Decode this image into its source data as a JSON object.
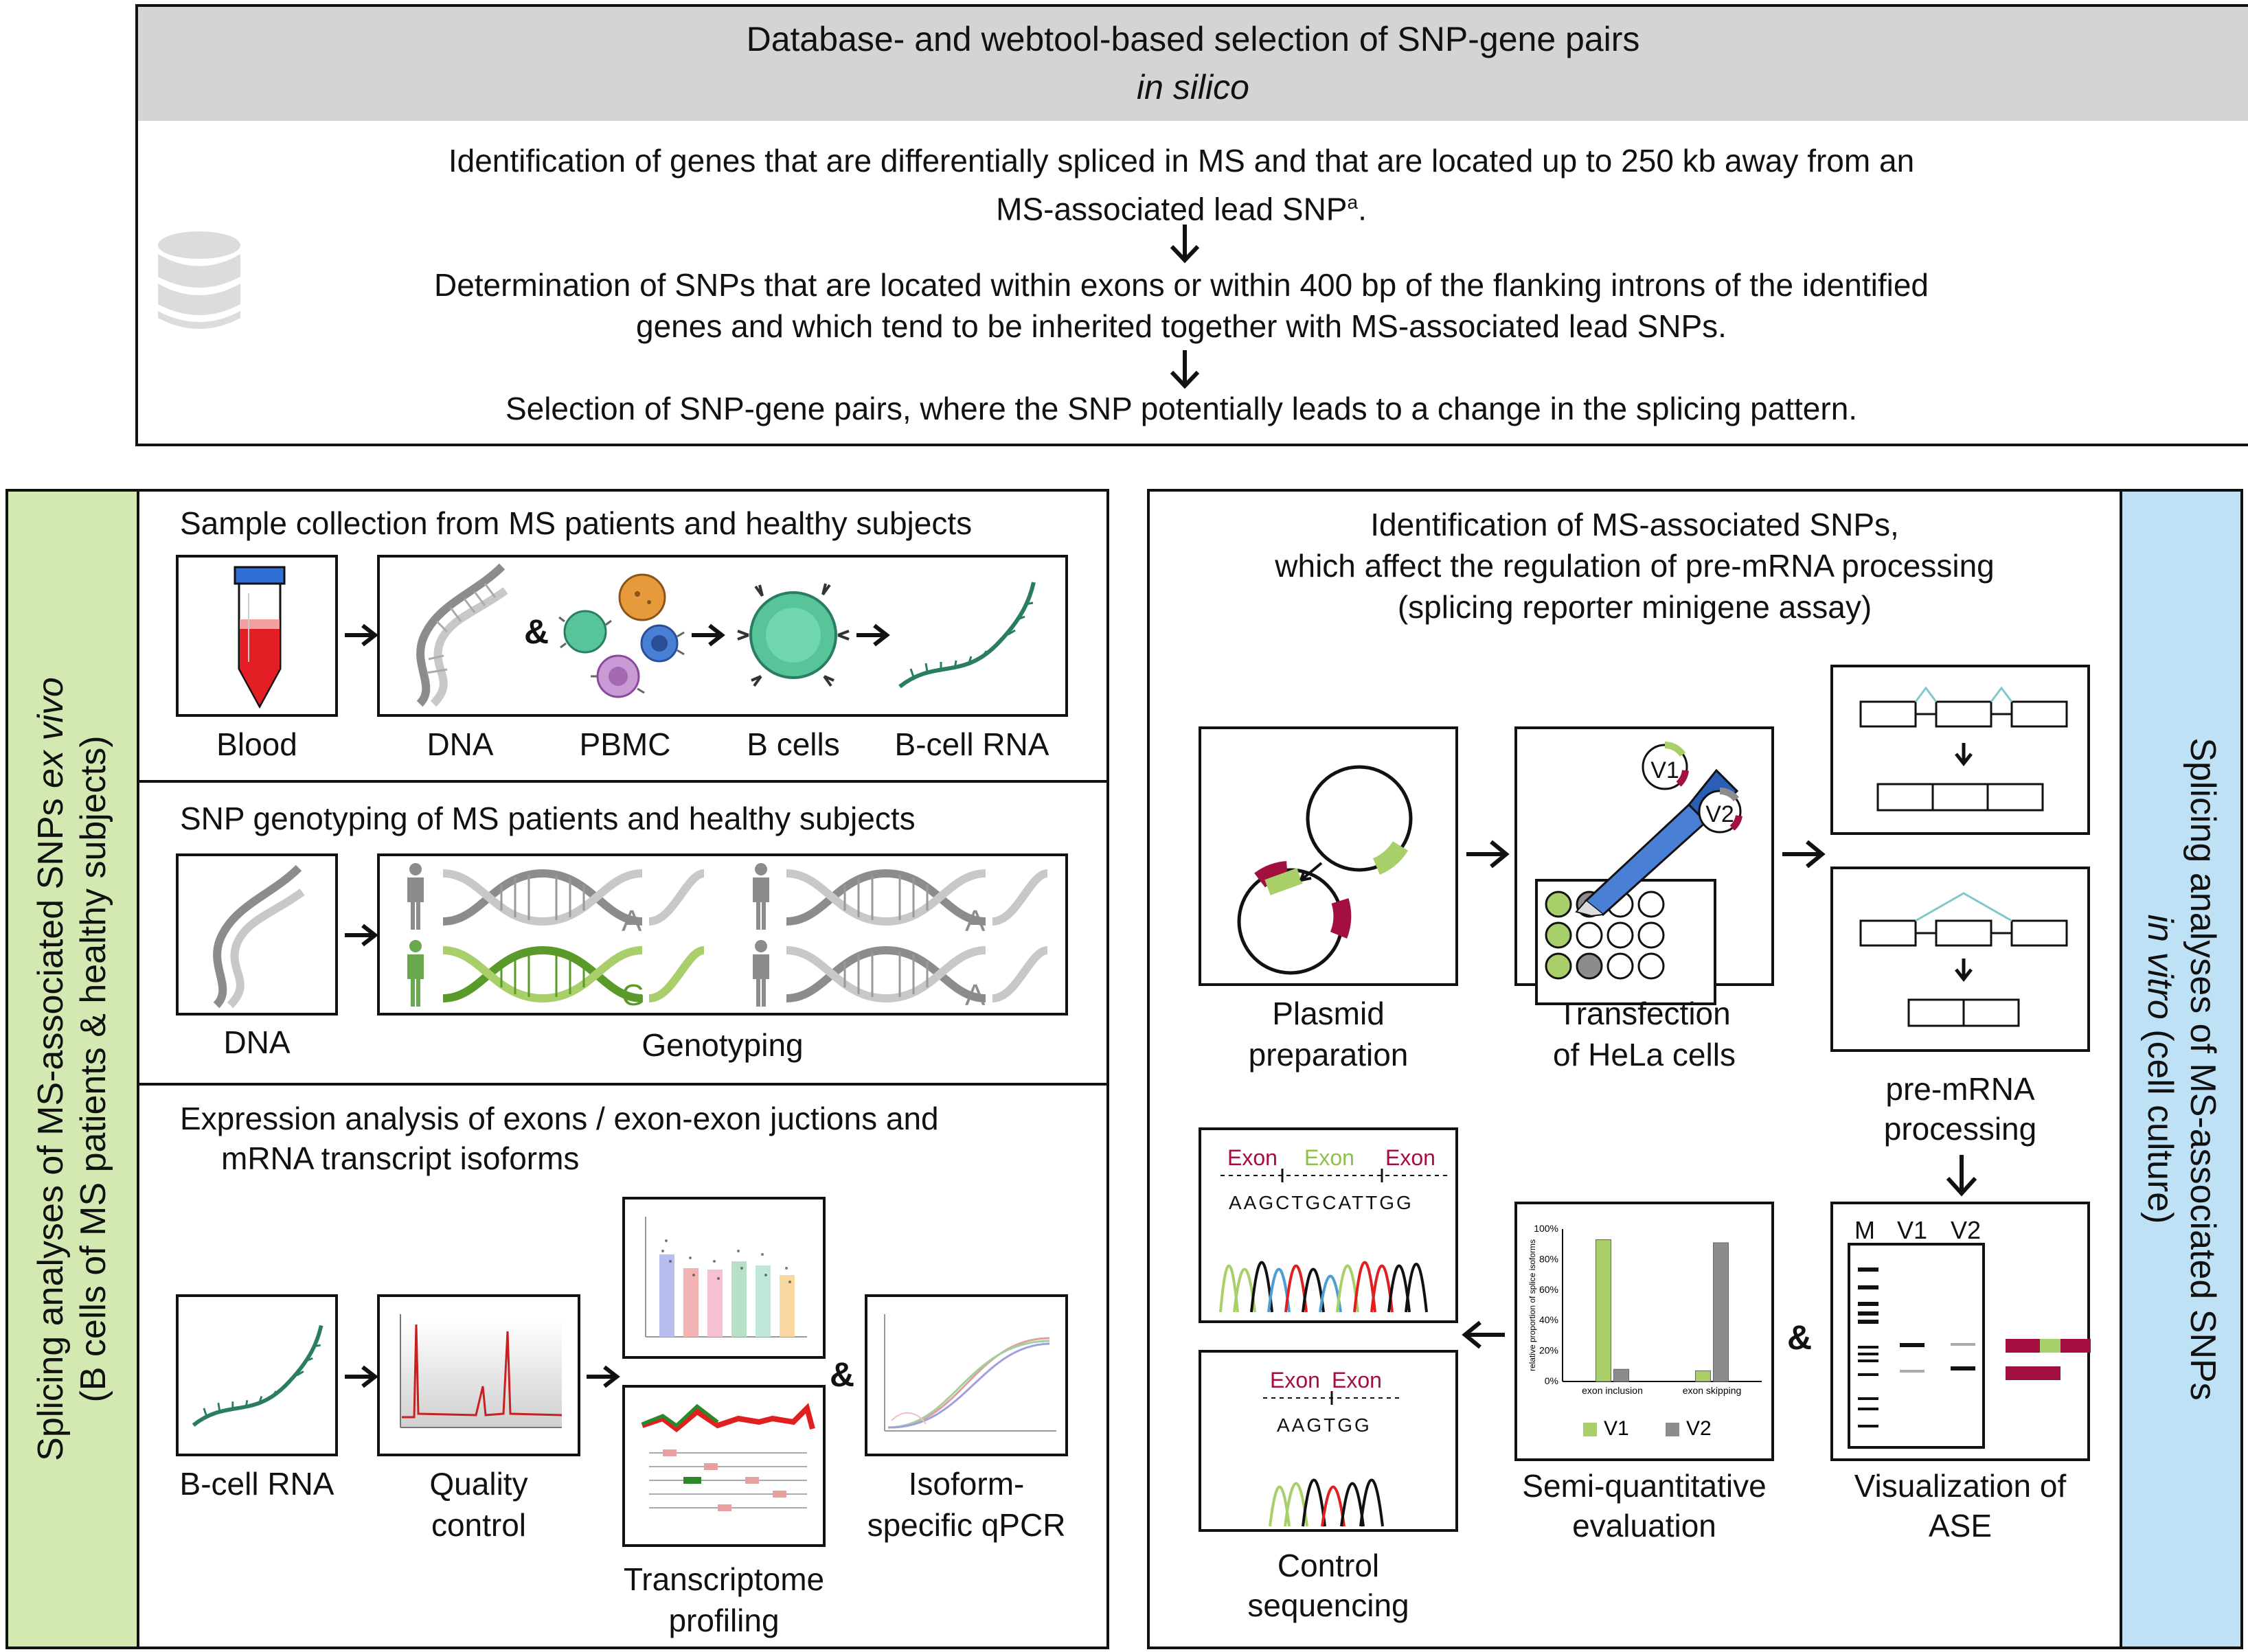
{
  "top": {
    "title": "Database- and webtool-based selection of SNP-gene pairs",
    "subtitle": "in silico",
    "step1_line1": "Identification of genes that are differentially spliced in MS and that are located up to 250 kb away from an",
    "step1_line2": "MS-associated lead SNP",
    "step1_sup": "a",
    "step1_end": ".",
    "step2_line1": "Determination of SNPs that are located within exons or within 400 bp of the flanking introns of the identified",
    "step2_line2": "genes and which tend to be inherited together with MS-associated lead SNPs.",
    "step3": "Selection of SNP-gene pairs, where the SNP potentially leads to a change in the splicing pattern."
  },
  "left": {
    "side_line1_a": "Splicing analyses of MS-associated SNPs ",
    "side_line1_b": "ex vivo",
    "side_line2": "(B cells of MS patients & healthy subjects)",
    "sec1_title": "Sample collection from MS patients and healthy subjects",
    "sec1_labels": [
      "Blood",
      "DNA",
      "PBMC",
      "B cells",
      "B-cell RNA"
    ],
    "amp": "&",
    "sec2_title": "SNP genotyping of MS patients and healthy subjects",
    "sec2_labels": [
      "DNA",
      "Genotyping"
    ],
    "alleles": [
      "A",
      "A",
      "G",
      "A"
    ],
    "sec3_title_1": "Expression analysis of exons / exon-exon jucti​ons and",
    "sec3_title_2": "mRNA transcript isoforms",
    "sec3_labels": {
      "rna": "B-cell RNA",
      "qc_1": "Quality",
      "qc_2": "control",
      "tp_1": "Transcriptome",
      "tp_2": "profiling",
      "iso_1": "Isoform-",
      "iso_2": "specific qPCR"
    }
  },
  "right": {
    "side_line1": "Splicing analyses of MS-associated SNPs",
    "side_line2_a": "in vitro",
    "side_line2_b": " (cell culture)",
    "title_1": "Identification of MS-associated SNPs,",
    "title_2": "which affect the regulation of pre-mRNA processing",
    "title_3": "(splicing reporter minigene assay)",
    "plasmid_1": "Plasmid",
    "plasmid_2": "preparation",
    "transf_1": "Transfection",
    "transf_2": "of HeLa cells",
    "v1": "V1",
    "v2": "V2",
    "premrna_1": "pre-mRNA",
    "premrna_2": "processing",
    "gel_labels": [
      "M",
      "V1",
      "V2"
    ],
    "vis_1": "Visualization of",
    "vis_2": "ASE",
    "semi_1": "Semi-quantitative",
    "semi_2": "evaluation",
    "ctrl_1": "Control",
    "ctrl_2": "sequencing",
    "seq_exon": "Exon",
    "seq_top": "AAGCTGCATTGG",
    "seq_bottom": "AAGTGG",
    "amp": "&"
  },
  "chart_data": {
    "type": "bar",
    "categories": [
      "exon inclusion",
      "exon skipping"
    ],
    "series": [
      {
        "name": "V1",
        "values": [
          93,
          7
        ],
        "color": "#a9cf6a"
      },
      {
        "name": "V2",
        "values": [
          8,
          91
        ],
        "color": "#8c8c8c"
      }
    ],
    "ylabel": "relative proportion of splice isoforms",
    "yticks": [
      "0%",
      "20%",
      "40%",
      "60%",
      "80%",
      "100%"
    ],
    "ylim": [
      0,
      100
    ]
  },
  "colors": {
    "header_gray": "#d4d4d4",
    "left_green": "#d4e8b2",
    "right_blue": "#bfe1f5",
    "dna_green": "#2a7d63",
    "maroon": "#a3103f",
    "light_green": "#a9cf6a",
    "blood_red": "#e31e24"
  }
}
